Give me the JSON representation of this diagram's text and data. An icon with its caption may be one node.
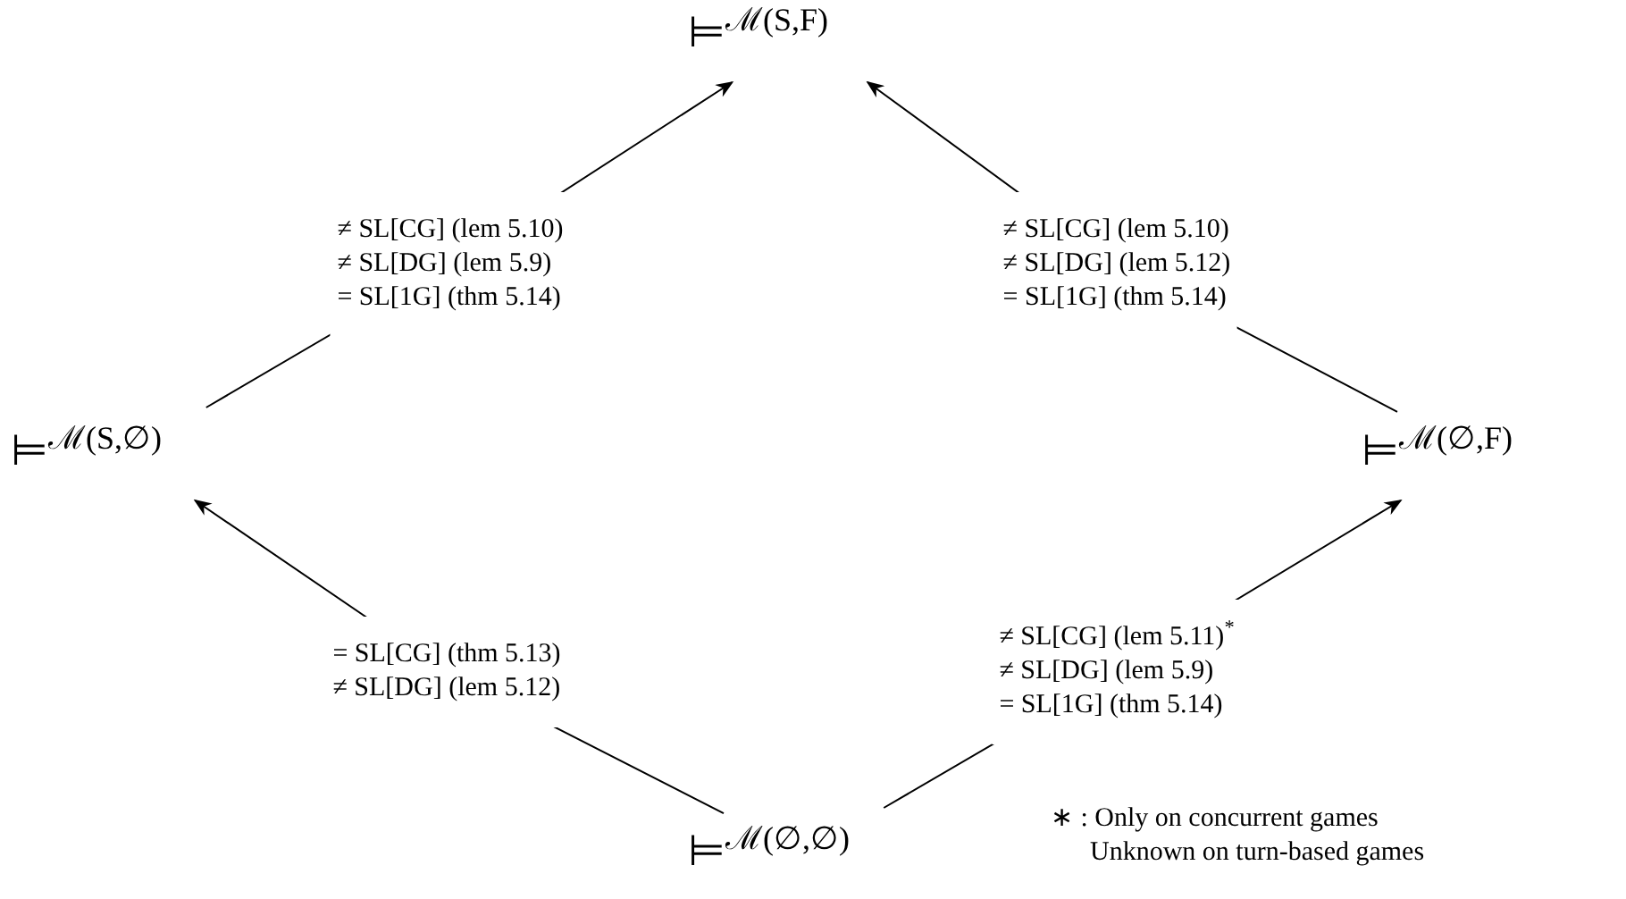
{
  "diagram": {
    "nodes": [
      {
        "text": [
          "⊨$^{ℳ(S,F)}$"
        ]
      },
      {
        "text": [
          "⊨$^{ℳ(S,∅)}$"
        ]
      },
      {
        "text": [
          "⊨$^{ℳ(∅,F)}$"
        ]
      },
      {
        "text": [
          "⊨$^{ℳ(∅,∅)}$"
        ]
      }
    ],
    "edges": [
      {
        "from": 1,
        "to": 0,
        "arrow": "to",
        "label": "≠ SL[CG] (lem 5.10) ≠ SL[DG] (lem 5.9) = SL[1G] (thm 5.14)"
      },
      {
        "from": 2,
        "to": 0,
        "arrow": "to",
        "label": "≠ SL[CG] (lem 5.10) ≠ SL[DG] (lem 5.12) = SL[1G] (thm 5.14)"
      },
      {
        "from": 3,
        "to": 1,
        "arrow": "to",
        "label": "= SL[CG] (thm 5.13) ≠ SL[DG] (lem 5.12)"
      },
      {
        "from": 3,
        "to": 2,
        "arrow": "to",
        "label": "≠ SL[CG] (lem 5.11)$^{*}$ ≠ SL[DG] (lem 5.9) = SL[1G] (thm 5.14)"
      }
    ],
    "labels": [
      "∗ : Only on concurrent games",
      "Unknown on turn-based games"
    ]
  }
}
